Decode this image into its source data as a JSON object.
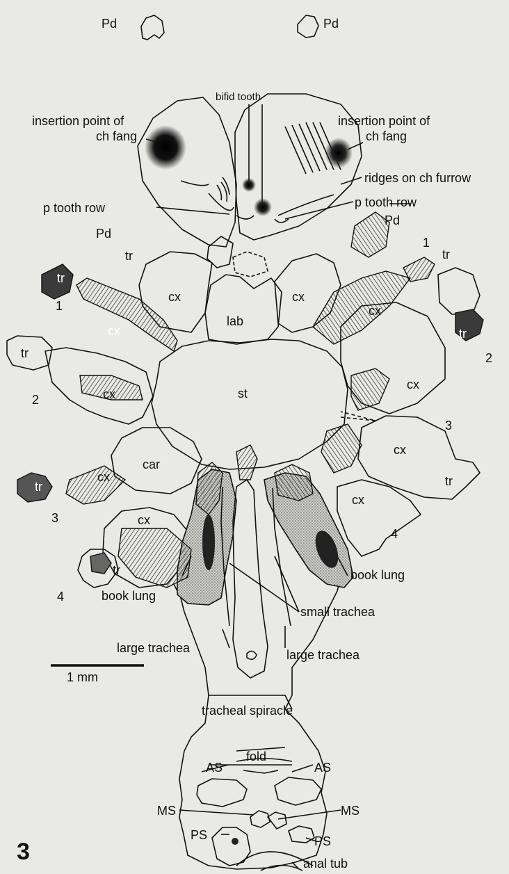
{
  "figure_number": "3",
  "scale_bar": {
    "label": "1 mm"
  },
  "labels": {
    "pd_top_left": "Pd",
    "pd_top_right": "Pd",
    "bifid_tooth": "bifid tooth",
    "insertion_left_1": "insertion point of",
    "insertion_left_2": "ch fang",
    "insertion_right_1": "insertion point of",
    "insertion_right_2": "ch fang",
    "ridges": "ridges on ch furrow",
    "p_tooth_row_left": "p tooth row",
    "p_tooth_row_right": "p tooth row",
    "pd_mid_left": "Pd",
    "pd_mid_right": "Pd",
    "tr_1": "tr",
    "tr_2": "tr",
    "tr_3": "tr",
    "tr_4": "tr",
    "tr_5": "tr",
    "tr_6": "tr",
    "tr_7": "tr",
    "tr_8": "tr",
    "leg_1_left": "1",
    "leg_1_right": "1",
    "leg_2_left": "2",
    "leg_2_right": "2",
    "leg_3_left": "3",
    "leg_3_right": "3",
    "leg_4_left": "4",
    "leg_4_right": "4",
    "cx_1": "cx",
    "cx_2": "cx",
    "cx_3": "cx",
    "cx_4": "cx",
    "cx_5": "cx",
    "cx_6": "cx",
    "cx_7": "cx",
    "cx_8": "cx",
    "cx_9": "cx",
    "cx_10": "cx",
    "lab": "lab",
    "st": "st",
    "car": "car",
    "book_lung_right": "book lung",
    "book_lung_left": "book lung",
    "small_trachea": "small trachea",
    "large_trachea_left": "large trachea",
    "large_trachea_right": "large trachea",
    "tracheal_spiracle": "tracheal spiracle",
    "fold": "fold",
    "as_left": "AS",
    "as_right": "AS",
    "ms_left": "MS",
    "ms_right": "MS",
    "ps_left": "PS",
    "ps_right": "PS",
    "anal_tub": "anal tub"
  }
}
